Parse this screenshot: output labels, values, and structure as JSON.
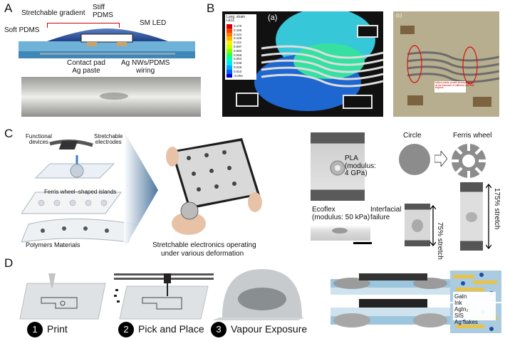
{
  "panels": {
    "a": "A",
    "b": "B",
    "c": "C",
    "d": "D"
  },
  "panel_a": {
    "stretchable_gradient": "Stretchable gradient",
    "stiff_pdms": "Stiff\nPDMS",
    "soft_pdms": "Soft PDMS",
    "sm_led": "SM LED",
    "contact_pad": "Contact pad\nAg paste",
    "wiring": "Ag NWs/PDMS\nwiring"
  },
  "panel_b": {
    "sub_a": "(a)",
    "sub_c": "(c)",
    "legend_title": "Long. strain\nLE11",
    "legend_values": [
      "0.170",
      "0.155",
      "0.141",
      "0.126",
      "0.112",
      "0.097",
      "0.083",
      "0.068",
      "0.054",
      "0.039",
      "0.025",
      "0.010",
      "-0.004"
    ],
    "legend_colors": [
      "#d40000",
      "#ff3b00",
      "#ff7a00",
      "#ffb300",
      "#fff000",
      "#c8ff00",
      "#7dff00",
      "#28ff5a",
      "#00ffb0",
      "#00e6ff",
      "#00a8ff",
      "#0060ff",
      "#0000c8"
    ],
    "annotation": "failure points (crack development)\nat the interface of stiffened and soft\nregions"
  },
  "panel_c": {
    "functional_devices": "Functional\ndevices",
    "stretchable_electrodes": "Stretchable\nelectrodes",
    "ferris_islands": "Ferris wheel–shaped islands",
    "polymers": "Polymers Materials",
    "caption_1": "Stretchable electronics operating",
    "caption_2": "under various deformation",
    "pla": "PLA\n(modulus:\n4 GPa)",
    "ecoflex": "Ecoflex\n(modulus: 50 kPa)",
    "circle": "Circle",
    "ferris": "Ferris wheel",
    "interfacial": "Interfacial\nfailure",
    "stretch_75": "75% stretch",
    "stretch_175": "175% stretch"
  },
  "panel_d": {
    "step1_num": "1",
    "step1": "Print",
    "step2_num": "2",
    "step2": "Pick and Place",
    "step3_num": "3",
    "step3": "Vapour Exposure",
    "legend": [
      "GaIn",
      "Ink",
      "AgIn₂",
      "SIS",
      "Ag flakes"
    ]
  }
}
